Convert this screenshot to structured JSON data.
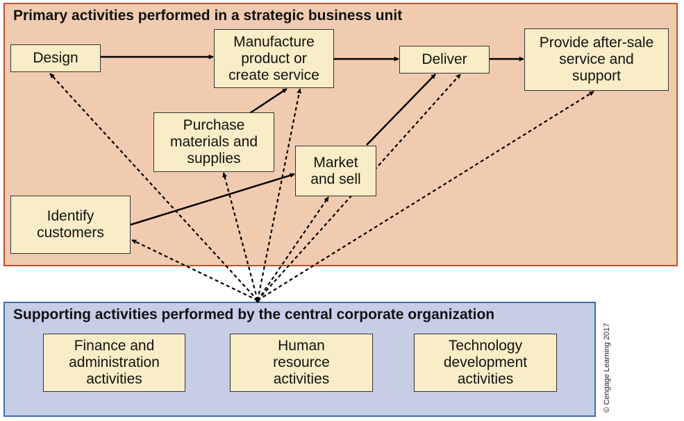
{
  "primary": {
    "title": "Primary activities performed in a strategic business unit",
    "boxes": {
      "design": "Design",
      "manufacture": "Manufacture\nproduct or\ncreate service",
      "deliver": "Deliver",
      "after_sale": "Provide after-sale\nservice and\nsupport",
      "purchase": "Purchase\nmaterials and\nsupplies",
      "market": "Market\nand sell",
      "identify": "Identify\ncustomers"
    }
  },
  "support": {
    "title": "Supporting activities performed by the central corporate organization",
    "boxes": {
      "finance": "Finance and\nadministration\nactivities",
      "hr": "Human\nresource\nactivities",
      "tech": "Technology\ndevelopment\nactivities"
    }
  },
  "copyright": "© Cengage Learning 2017",
  "colors": {
    "primary_bg": "#f1cbb0",
    "primary_border": "#c0502f",
    "support_bg": "#c8cde6",
    "support_border": "#3a6fa8",
    "box_bg": "#f8edc7"
  }
}
